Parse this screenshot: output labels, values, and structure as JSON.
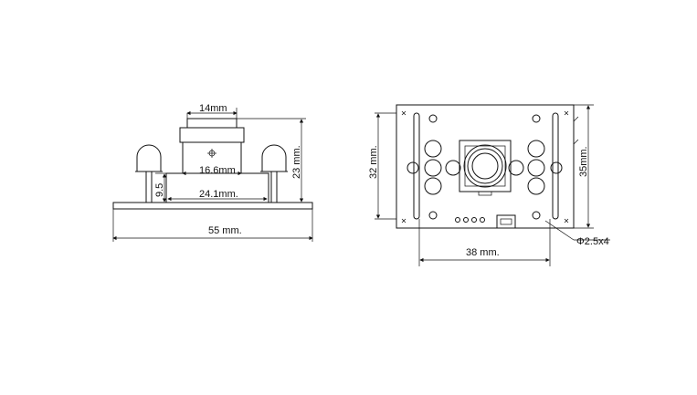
{
  "side_view": {
    "dim_lens_width": "14mm",
    "dim_housing_width": "16.6mm",
    "dim_board_inner": "24.1mm.",
    "dim_board_length": "55 mm.",
    "dim_height_total": "23 mm.",
    "dim_height_lower": "9.5"
  },
  "front_view": {
    "dim_height": "32 mm.",
    "dim_board_height": "35mm.",
    "dim_width": "38 mm.",
    "dim_holes": "Φ2.5x4"
  },
  "colors": {
    "ink": "#111111",
    "paper": "#ffffff"
  }
}
